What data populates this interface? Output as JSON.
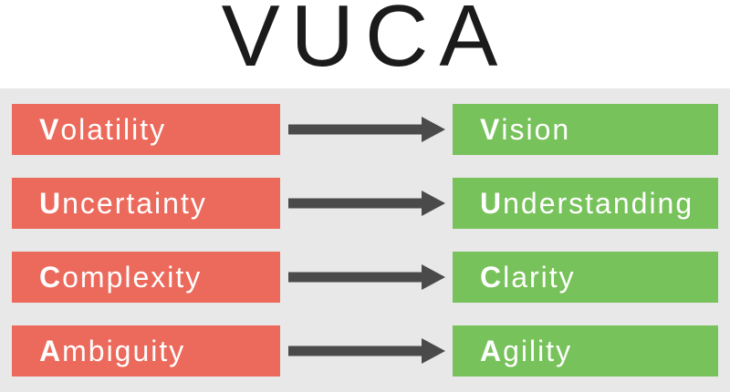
{
  "title": "VUCA",
  "colors": {
    "page_background": "#ffffff",
    "panel_background": "#e8e8e8",
    "term_box": "#ec6a5c",
    "response_box": "#77c25b",
    "arrow": "#4a4a4a",
    "title_text": "#1b1b1b",
    "box_text": "#ffffff"
  },
  "icons": {
    "arrow": "right-arrow"
  },
  "rows": [
    {
      "left_initial": "V",
      "left_rest": "olatility",
      "right_initial": "V",
      "right_rest": "ision"
    },
    {
      "left_initial": "U",
      "left_rest": "ncertainty",
      "right_initial": "U",
      "right_rest": "nderstanding"
    },
    {
      "left_initial": "C",
      "left_rest": "omplexity",
      "right_initial": "C",
      "right_rest": "larity"
    },
    {
      "left_initial": "A",
      "left_rest": "mbiguity",
      "right_initial": "A",
      "right_rest": "gility"
    }
  ]
}
